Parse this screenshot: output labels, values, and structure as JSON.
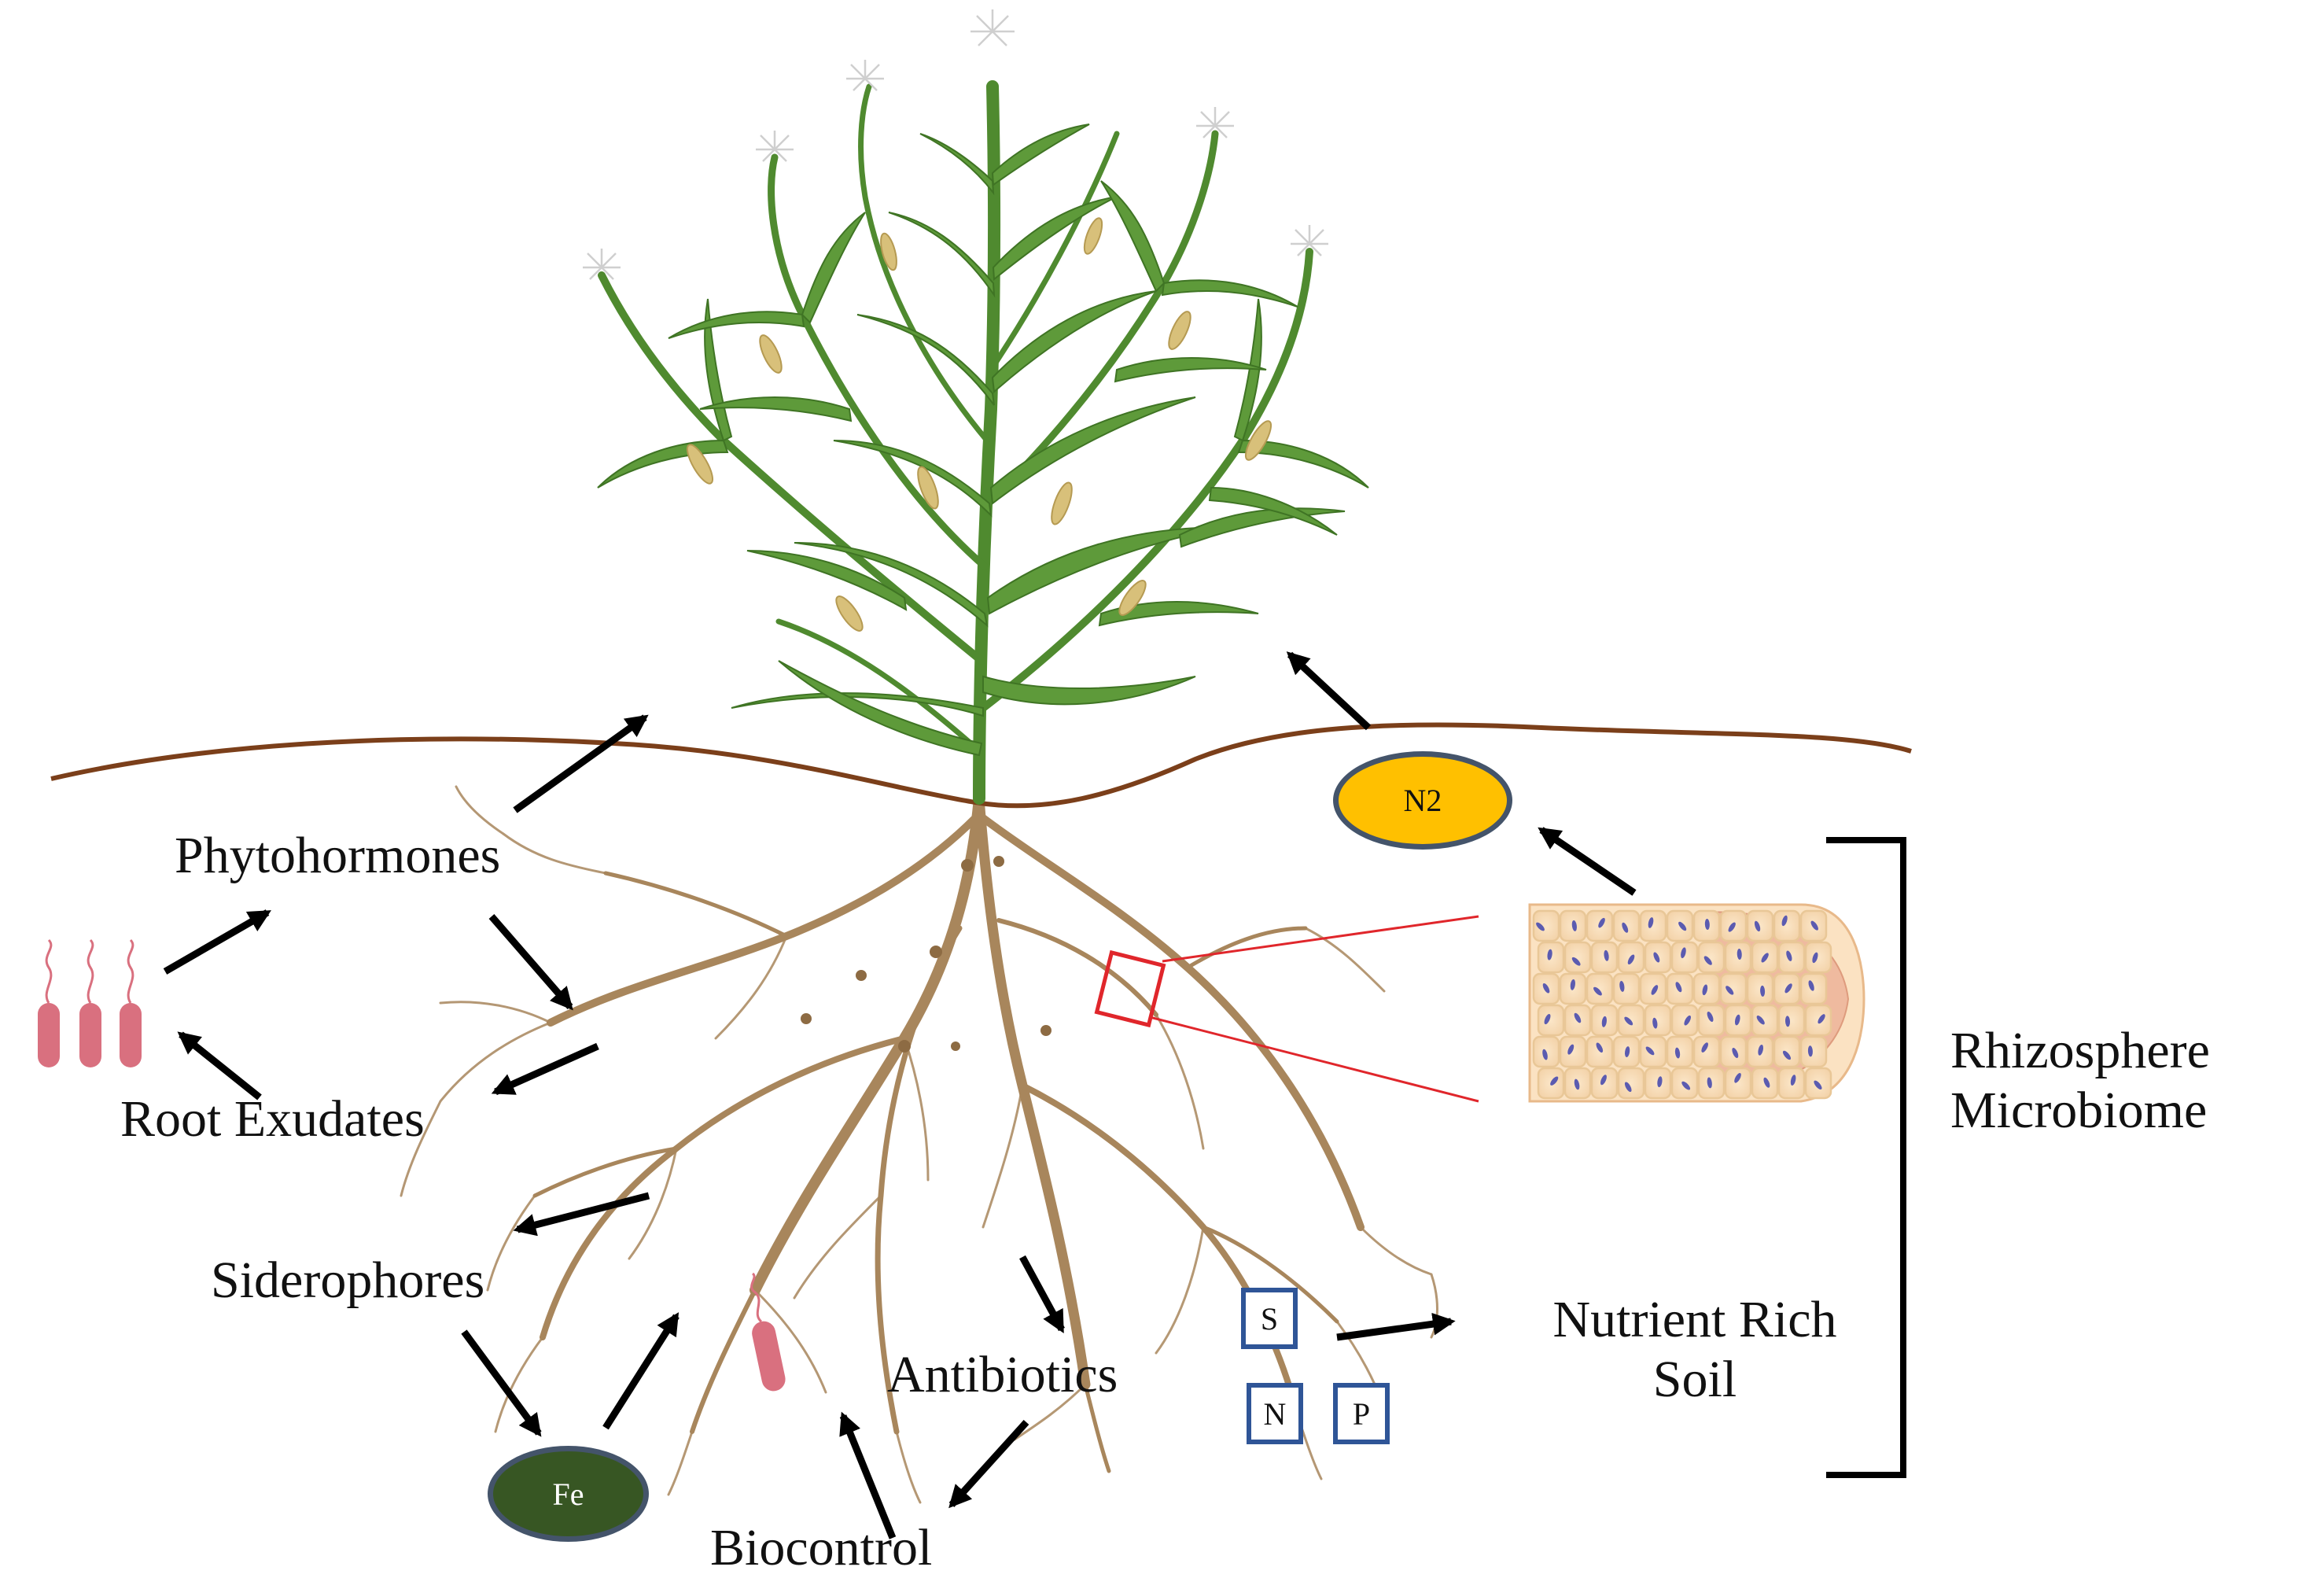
{
  "labels": {
    "phytohormones": "Phytohormones",
    "root_exudates": "Root Exudates",
    "siderophores": "Siderophores",
    "antibiotics": "Antibiotics",
    "biocontrol": "Biocontrol",
    "nutrient_rich_line1": "Nutrient Rich",
    "nutrient_rich_line2": "Soil",
    "rhizosphere_line1": "Rhizosphere",
    "rhizosphere_line2": "Microbiome"
  },
  "nodes": {
    "fe": "Fe",
    "n2": "N2",
    "sulfur": "S",
    "nitrogen": "N",
    "phosphorus": "P"
  },
  "colors": {
    "fe_fill": "#375623",
    "n2_fill": "#ffc000",
    "oval_border": "#44546a",
    "nutrient_box_border": "#2f5597",
    "soil_line": "#7b3f1a",
    "leaf": "#5e9a3a",
    "root": "#a8865c",
    "bacteria": "#d9707f",
    "zoom_box": "#e0262b"
  }
}
